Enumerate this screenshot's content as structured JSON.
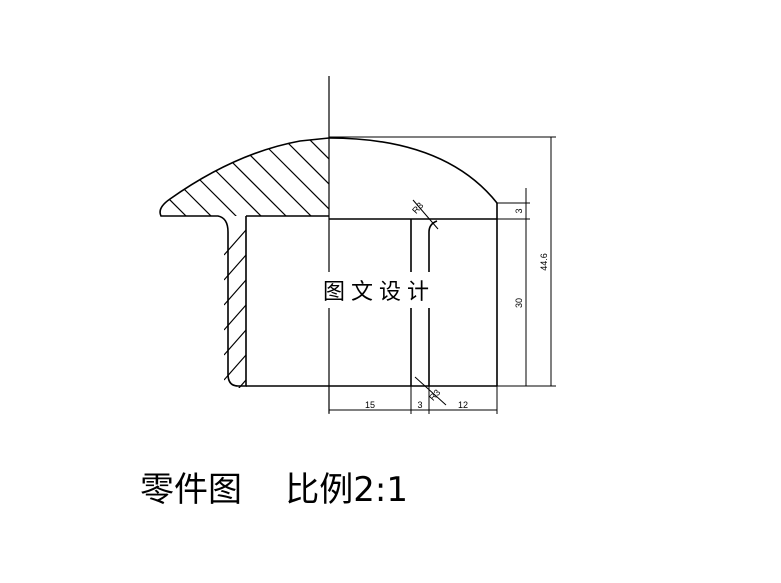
{
  "watermark": "图文设计",
  "caption": {
    "title": "零件图",
    "scale": "比例2:1"
  },
  "dimensions": {
    "total_height": "44.6",
    "top_thickness": "3",
    "inner_height": "30",
    "left_width": "15",
    "wall_thickness": "3",
    "right_width": "12",
    "radius_top": "R3",
    "radius_bottom": "R3"
  }
}
